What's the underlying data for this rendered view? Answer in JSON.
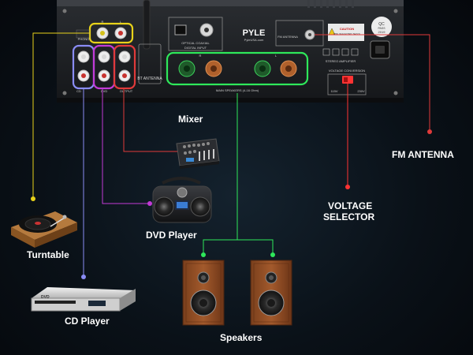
{
  "colors": {
    "phono": "#e8d21a",
    "cd": "#8a8cf5",
    "dvd": "#c23ad6",
    "mixer": "#e03a3a",
    "speakers": "#2ee85a",
    "fm": "#e03a3a",
    "voltage": "#ff3333",
    "background": "#0a1118"
  },
  "panel": {
    "brand": "PYLE",
    "brand_url": "PyleUSA.com",
    "bt_antenna": "BT ANTENNA",
    "optical_coaxial": "OPTICAL  COAXIAL",
    "digital_input": "DIGITAL INPUT",
    "fm_antenna": "FM ANTENNA",
    "main_speakers": "MAIN SPEAKERS (4-16 Ohm)",
    "stereo_amplifier": "STEREO AMPLIFIER",
    "voltage_conversion": "VOLTAGE CONVERSION",
    "v115": "115V",
    "v230": "230V",
    "phono_label": "PHONO",
    "cd_label": "CD",
    "dvd_label": "DVD",
    "output_label": "OUTPUT",
    "r_label": "R",
    "l_label": "L",
    "plus_label": "+",
    "minus_label": "-",
    "qc_label": "QC",
    "qc_pass": "PASS",
    "qc_year": "2019",
    "caution": "CAUTION",
    "caution_sub": "RISK OF ELECTRIC SHOCK"
  },
  "labels": {
    "turntable": "Turntable",
    "cd_player": "CD Player",
    "mixer": "Mixer",
    "dvd_player": "DVD Player",
    "speakers": "Speakers",
    "fm_antenna": "FM ANTENNA",
    "voltage_selector_line1": "VOLTAGE",
    "voltage_selector_line2": "SELECTOR"
  },
  "devices": {
    "cd_brand": "DVD"
  }
}
